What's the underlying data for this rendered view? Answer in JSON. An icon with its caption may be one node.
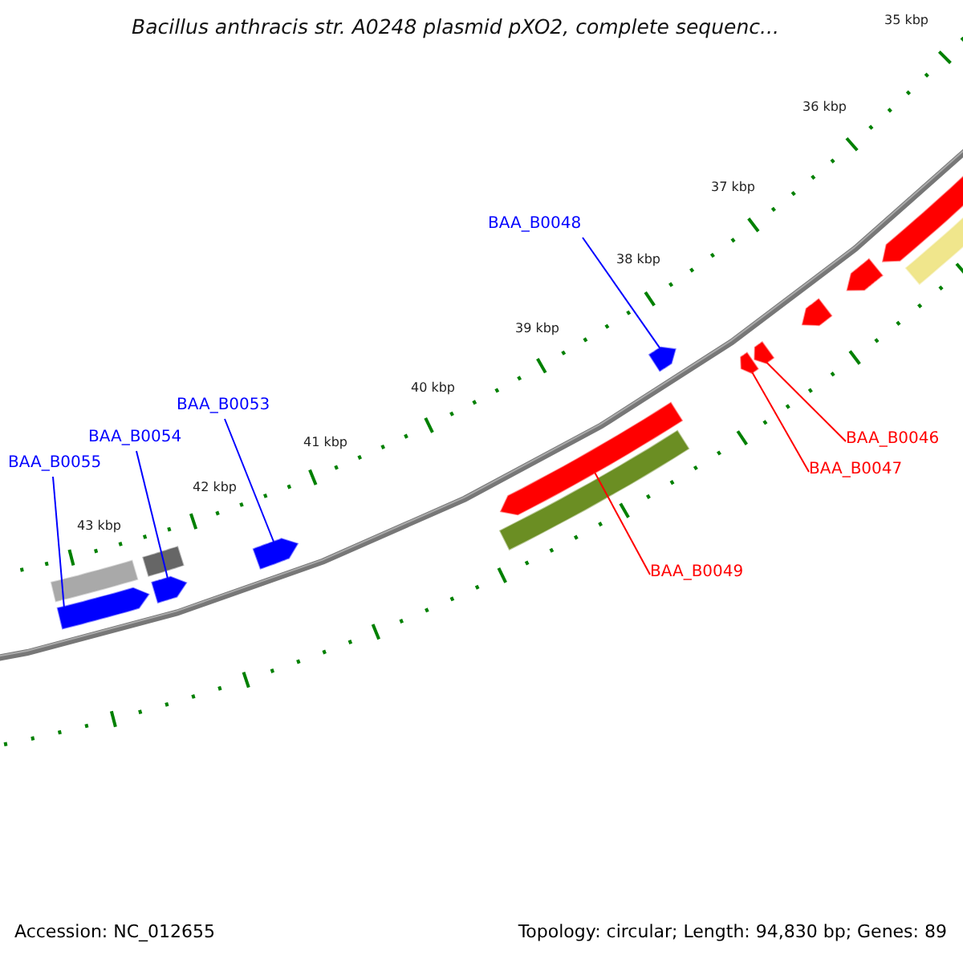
{
  "diagram": {
    "title": "Bacillus anthracis str. A0248 plasmid pXO2, complete sequenc...",
    "nodes": [
      {
        "text": [
          "BAA_B0048"
        ]
      },
      {
        "text": [
          "BAA_B0053"
        ]
      },
      {
        "text": [
          "BAA_B0054"
        ]
      },
      {
        "text": [
          "BAA_B0046"
        ]
      },
      {
        "text": [
          "BAA_B0055"
        ]
      },
      {
        "text": [
          "BAA_B0047"
        ]
      },
      {
        "text": [
          "BAA_B0049"
        ]
      },
      {
        "text": [],
        "shape": "bar"
      },
      {
        "text": [],
        "shape": "arrow"
      },
      {
        "text": [],
        "shape": "bar"
      },
      {
        "text": [],
        "shape": "arrow"
      },
      {
        "text": [],
        "shape": "arrow"
      },
      {
        "text": [],
        "shape": "arrow"
      },
      {
        "text": [],
        "shape": "bar"
      },
      {
        "text": [],
        "shape": "arrow"
      },
      {
        "text": [],
        "shape": "arrow"
      },
      {
        "text": [],
        "shape": "arrow"
      },
      {
        "text": [],
        "shape": "arrow"
      },
      {
        "text": [],
        "shape": "arrow"
      },
      {
        "text": [],
        "shape": "arrow"
      },
      {
        "text": [],
        "shape": "bar"
      }
    ],
    "edges": [
      {
        "from": 0,
        "to": 14,
        "arrow": "none"
      },
      {
        "from": 1,
        "to": 11,
        "arrow": "none"
      },
      {
        "from": 2,
        "to": 10,
        "arrow": "none"
      },
      {
        "from": 3,
        "to": 16,
        "arrow": "none",
        "color": "#ff0000"
      },
      {
        "from": 4,
        "to": 8,
        "arrow": "none"
      },
      {
        "from": 5,
        "to": 15,
        "arrow": "none",
        "color": "#ff0000"
      },
      {
        "from": 6,
        "to": 12,
        "arrow": "none",
        "color": "#ff0000"
      }
    ],
    "labels": [
      "35 kbp",
      "36 kbp",
      "37 kbp",
      "38 kbp",
      "39 kbp",
      "40 kbp",
      "41 kbp",
      "42 kbp",
      "43 kbp",
      "Accession: NC_012655",
      "Topology: circular; Length: 94,830 bp; Genes: 89"
    ]
  }
}
